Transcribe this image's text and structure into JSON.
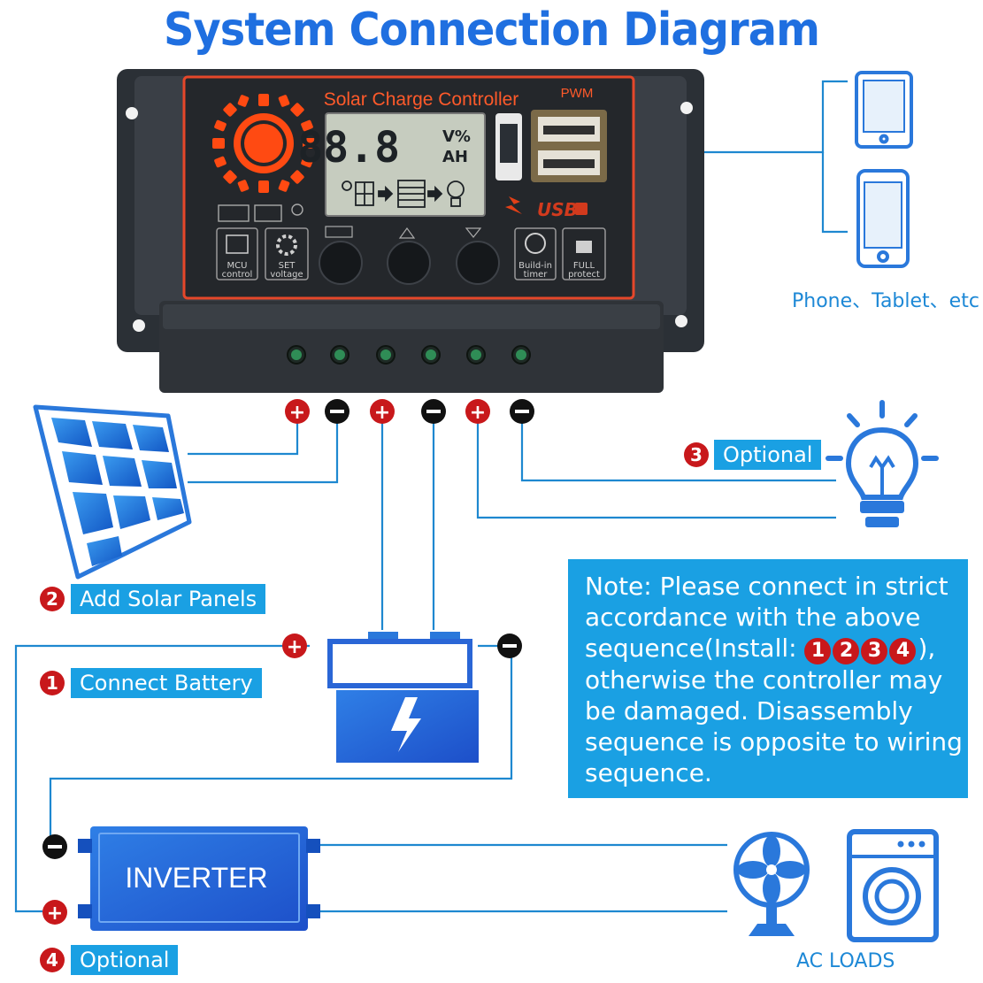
{
  "title": "System Connection Diagram",
  "controller": {
    "name": "Solar Charge Controller",
    "mode": "PWM",
    "lcd_value": "88.8",
    "lcd_unit_top": "V%",
    "lcd_unit_bottom": "AH",
    "usb_label": "USB",
    "features": [
      {
        "line1": "MCU",
        "line2": "control"
      },
      {
        "line1": "SET",
        "line2": "voltage"
      },
      {
        "line1": "Build-in",
        "line2": "timer"
      },
      {
        "line1": "FULL",
        "line2": "protect"
      }
    ]
  },
  "devices_caption": "Phone、Tablet、etc",
  "steps": {
    "battery": {
      "num": "1",
      "label": "Connect Battery"
    },
    "solar": {
      "num": "2",
      "label": "Add Solar Panels"
    },
    "load": {
      "num": "3",
      "label": "Optional"
    },
    "inverter": {
      "num": "4",
      "label": "Optional"
    }
  },
  "note": {
    "before": "Note: Please connect in strict accordance with the above sequence(Install: ",
    "nums": [
      "1",
      "2",
      "3",
      "4"
    ],
    "after": "), otherwise the controller may be damaged. Disassembly sequence is opposite to wiring sequence."
  },
  "inverter_label": "INVERTER",
  "ac_loads": "AC LOADS",
  "colors": {
    "accent": "#1aa0e3",
    "title": "#1f6fe0",
    "badge": "#c8181b",
    "wire": "#1e88d0"
  }
}
